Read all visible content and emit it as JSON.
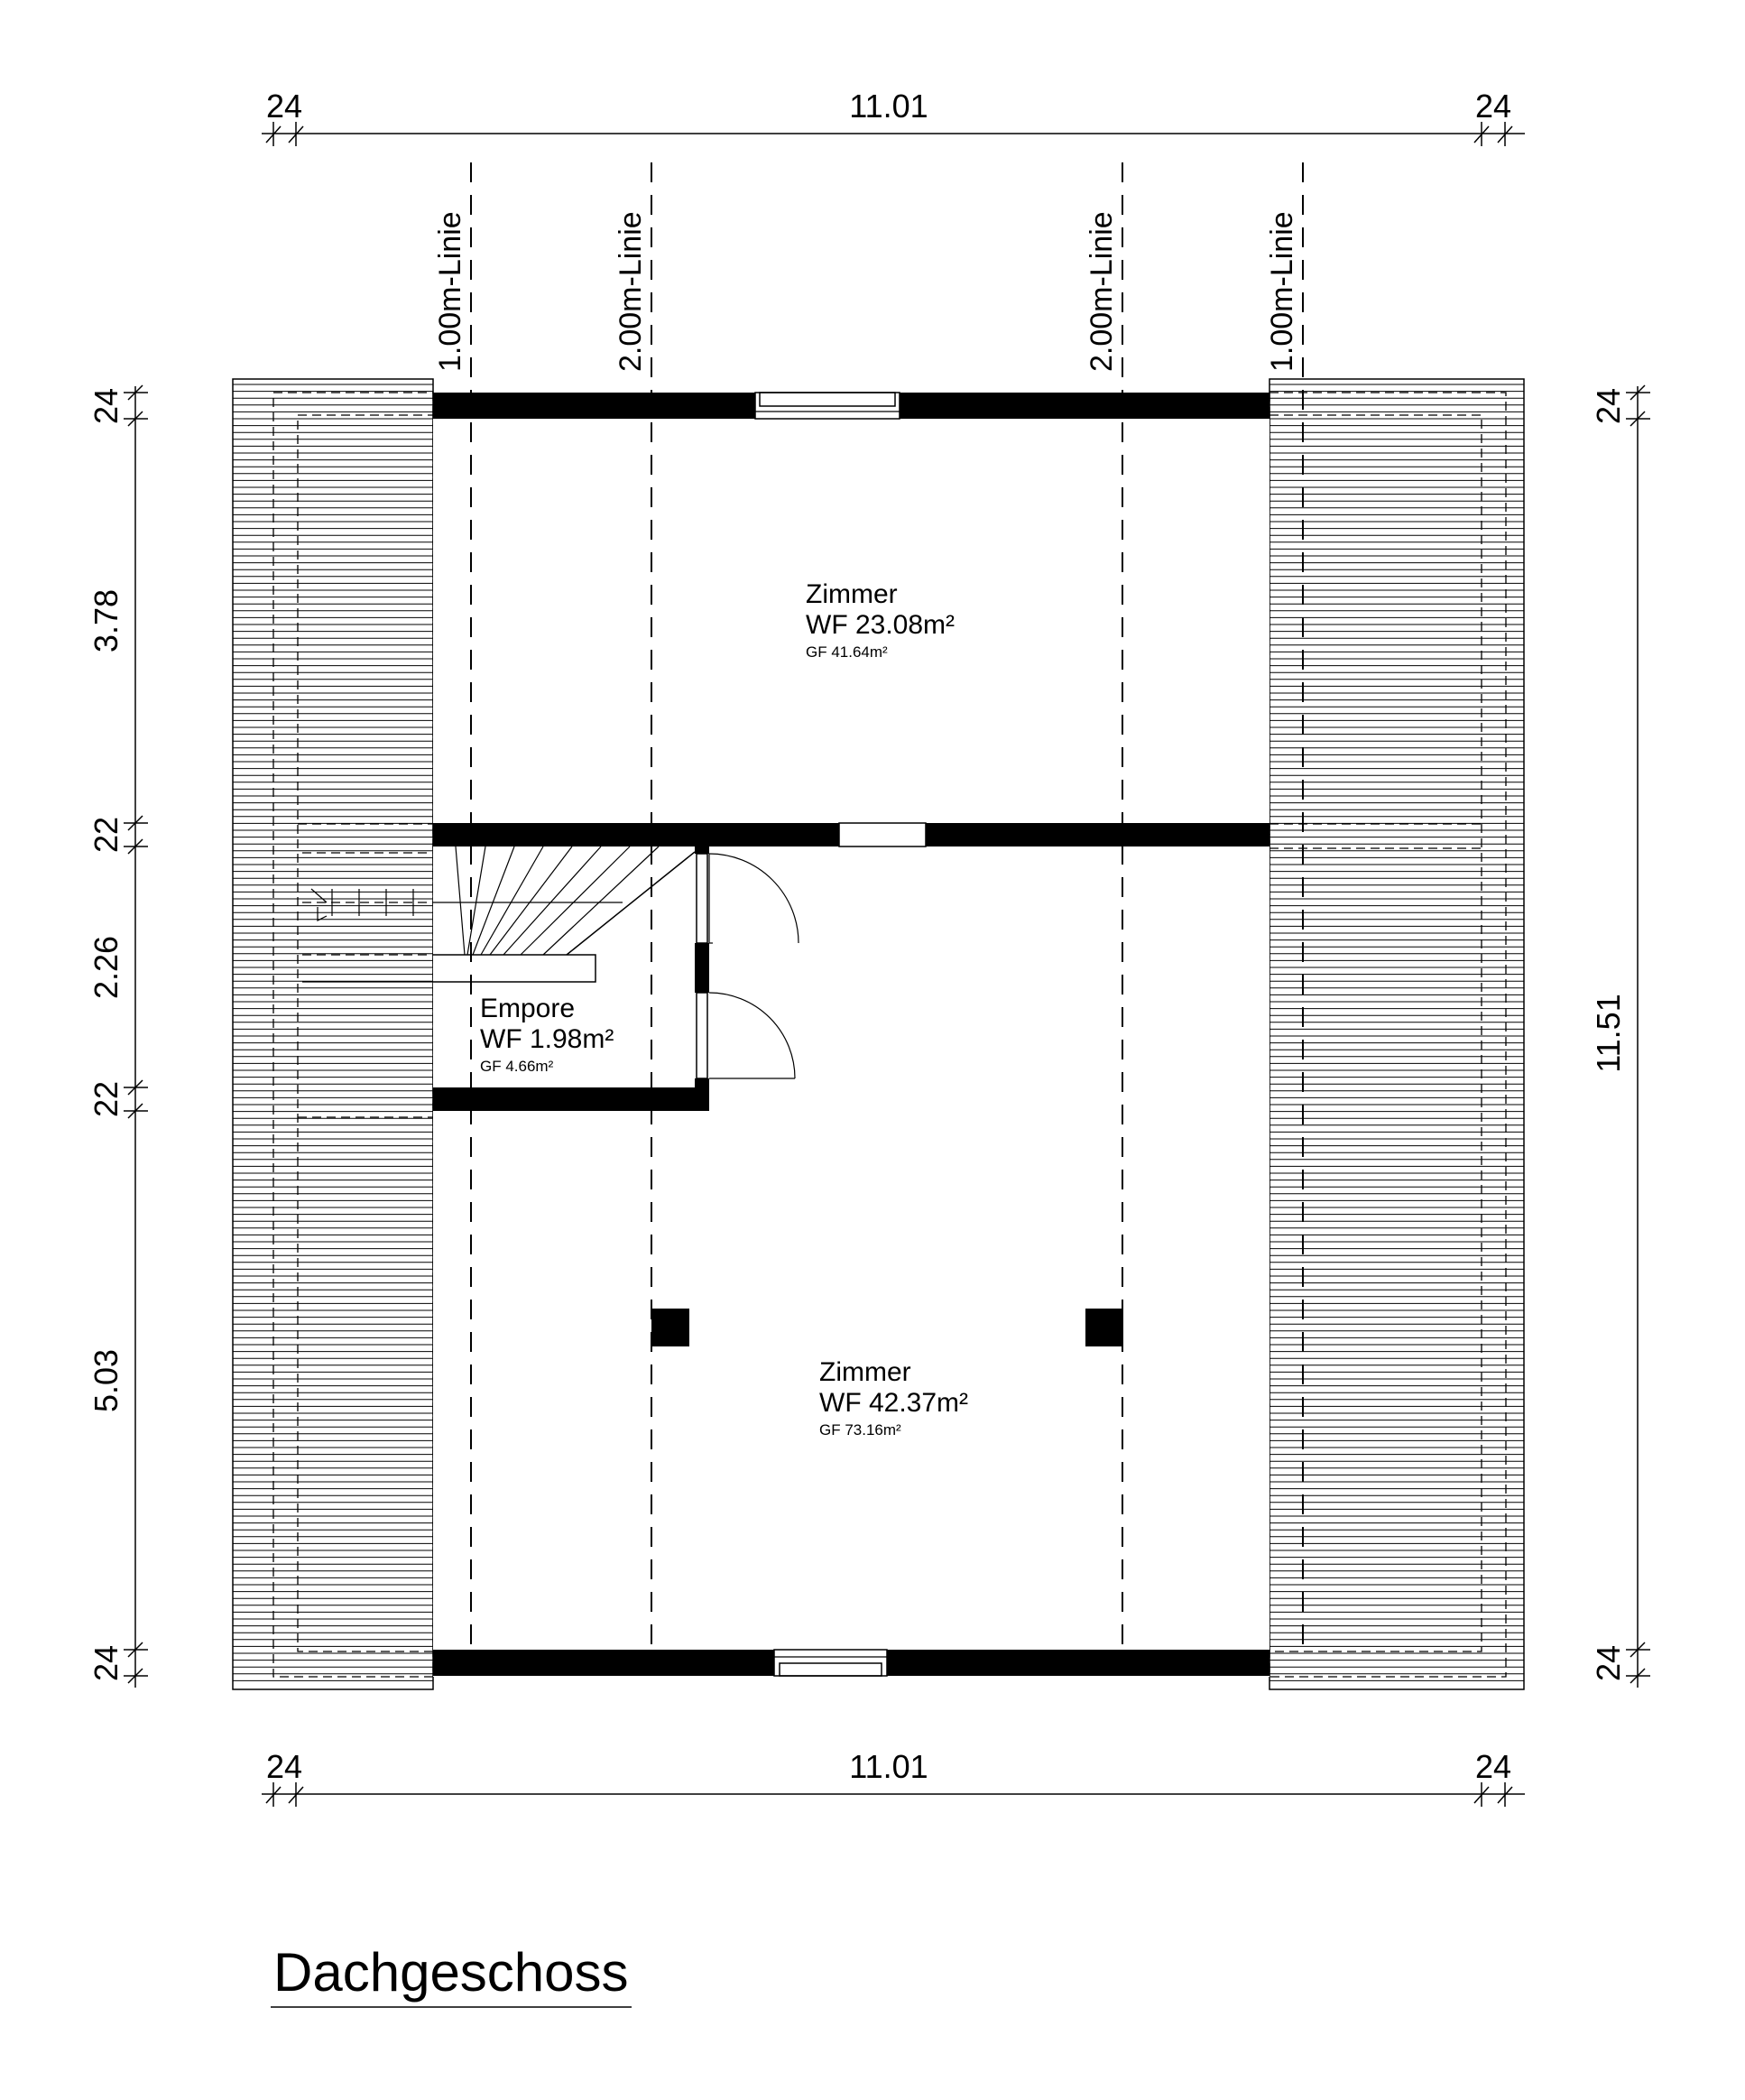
{
  "title": "Dachgeschoss",
  "dimensions": {
    "top": {
      "left": "24",
      "middle": "11.01",
      "right": "24"
    },
    "bottom": {
      "left": "24",
      "middle": "11.01",
      "right": "24"
    },
    "left": [
      "24",
      "3.78",
      "22",
      "2.26",
      "22",
      "5.03",
      "24"
    ],
    "right": {
      "top": "24",
      "middle": "11.51",
      "bottom": "24"
    }
  },
  "height_lines": [
    "1.00m-Linie",
    "2.00m-Linie",
    "2.00m-Linie",
    "1.00m-Linie"
  ],
  "rooms": [
    {
      "name": "Zimmer",
      "wf": "WF 23.08m²",
      "gf": "GF 41.64m²"
    },
    {
      "name": "Empore",
      "wf": "WF 1.98m²",
      "gf": "GF 4.66m²"
    },
    {
      "name": "Zimmer",
      "wf": "WF 42.37m²",
      "gf": "GF 73.16m²"
    }
  ]
}
